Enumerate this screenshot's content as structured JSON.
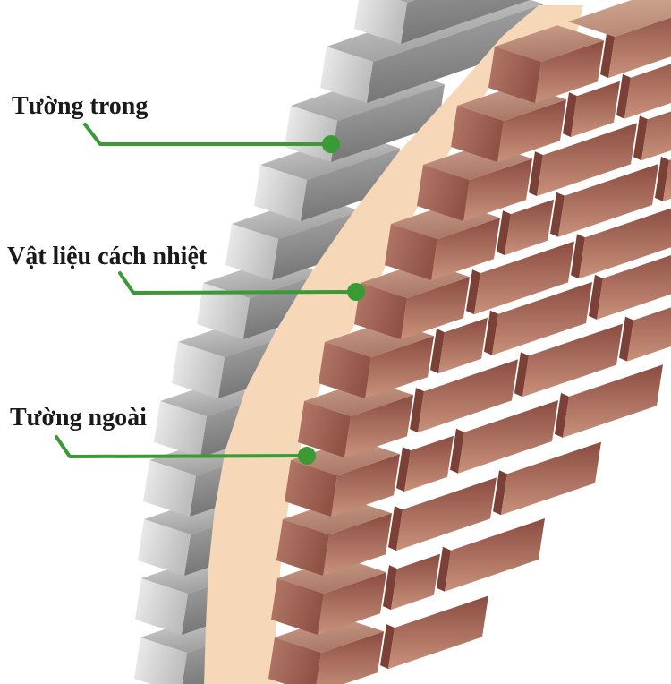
{
  "diagram": {
    "kind": "cavity-wall-cutaway-illustration",
    "labels": {
      "inner_wall": "Tường trong",
      "insulation": "Vật liệu cách nhiệt",
      "outer_wall": "Tường ngoài"
    }
  },
  "colors": {
    "background": "#ffffff",
    "label_text": "#1a1a1a",
    "leader_green": "#3a9a33",
    "insulation_peach": "#f6d7b7",
    "gray_end_light": "#efefef",
    "gray_end_dark": "#bdbdbd",
    "gray_top_light": "#d4d4d4",
    "gray_top_dark": "#9d9d9d",
    "gray_side_light": "#a8a8a8",
    "gray_side_dark": "#757575",
    "red_face_dark": "#8a4c41",
    "red_face_light": "#c9917b",
    "red_end_light": "#b5796a",
    "red_end_dark": "#8f5244",
    "red_top_light": "#cc9f8d",
    "red_top_dark": "#aa7866",
    "red_topcourse_light": "#d6ad99",
    "red_topcourse_dark": "#b88a74",
    "red_sliver": "#7b4036"
  }
}
